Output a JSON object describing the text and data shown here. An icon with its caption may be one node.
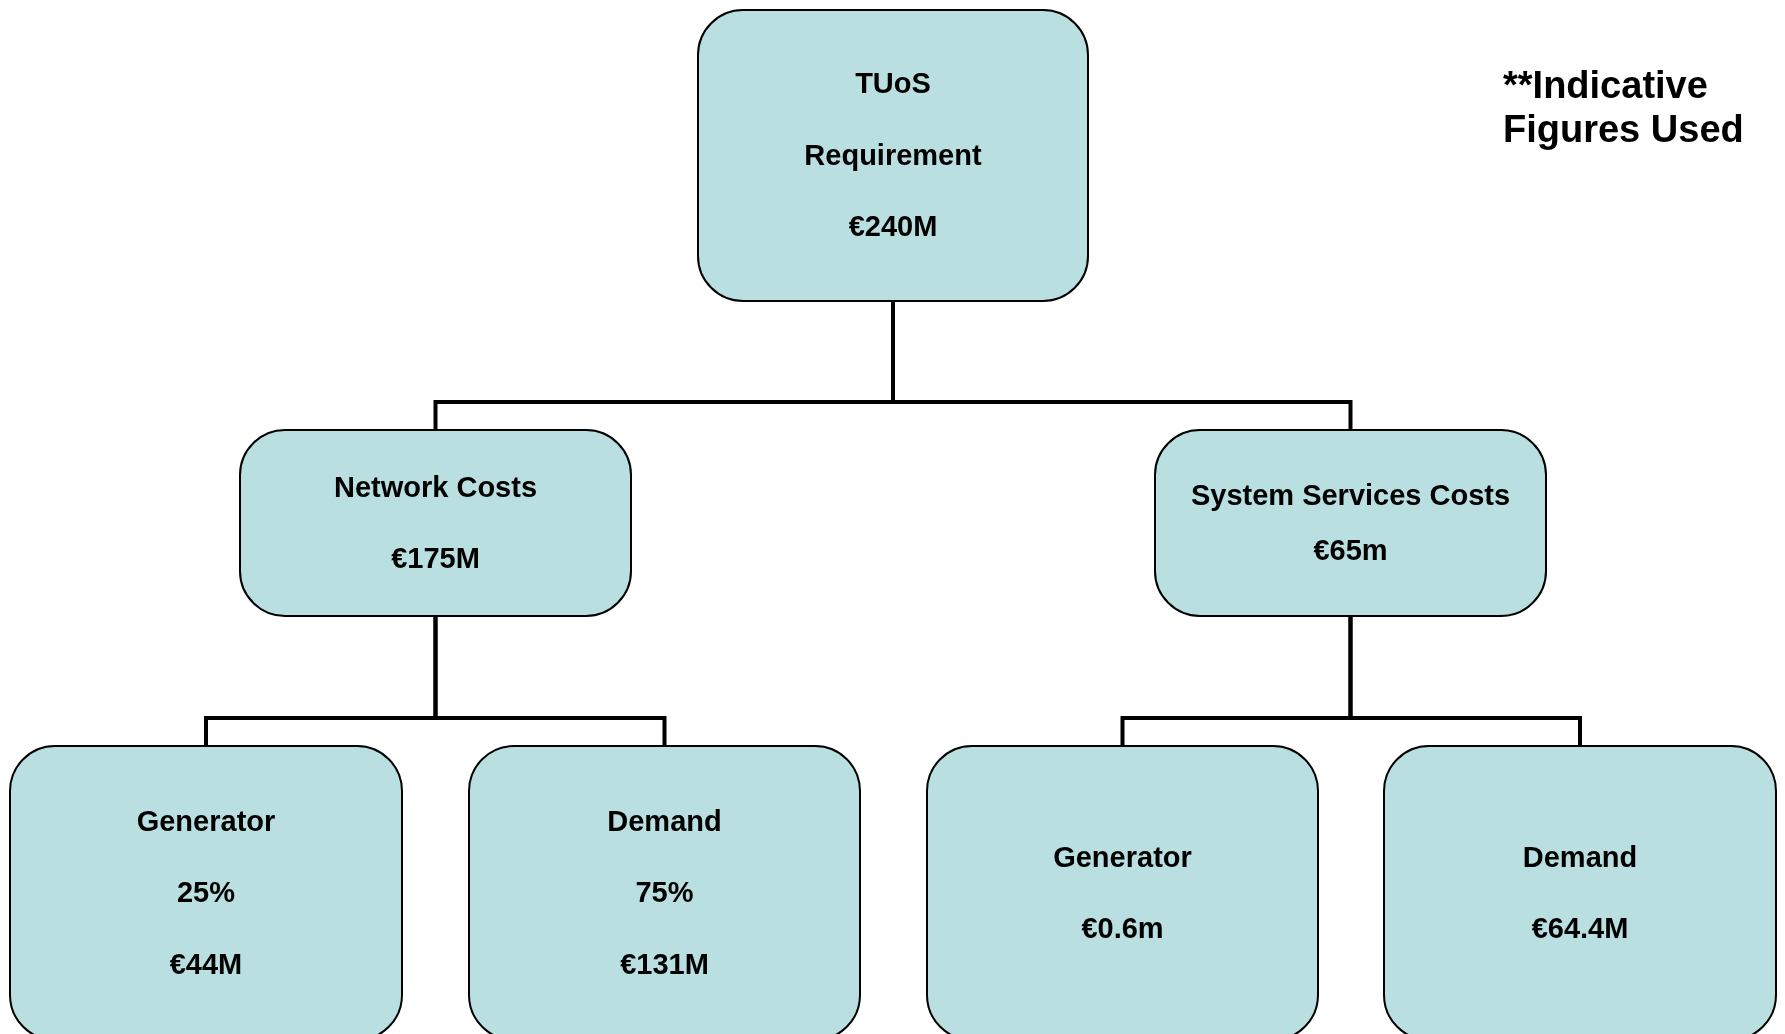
{
  "diagram": {
    "nodes": [
      {
        "text": [
          "TUoS",
          "Requirement",
          "€240M"
        ]
      },
      {
        "text": [
          "Network Costs",
          "€175M"
        ]
      },
      {
        "text": [
          "System Services Costs",
          "€65m"
        ]
      },
      {
        "text": [
          "Generator",
          "25%",
          "€44M"
        ]
      },
      {
        "text": [
          "Demand",
          "75%",
          "€131M"
        ]
      },
      {
        "text": [
          "Generator",
          "€0.6m"
        ]
      },
      {
        "text": [
          "Demand",
          "€64.4M"
        ]
      }
    ],
    "edges": [
      {
        "from": 0,
        "to": 1,
        "arrow": "none"
      },
      {
        "from": 0,
        "to": 2,
        "arrow": "none"
      },
      {
        "from": 1,
        "to": 3,
        "arrow": "none"
      },
      {
        "from": 1,
        "to": 4,
        "arrow": "none"
      },
      {
        "from": 2,
        "to": 5,
        "arrow": "none"
      },
      {
        "from": 2,
        "to": 6,
        "arrow": "none"
      }
    ],
    "labels": [
      "**Indicative Figures Used"
    ]
  }
}
